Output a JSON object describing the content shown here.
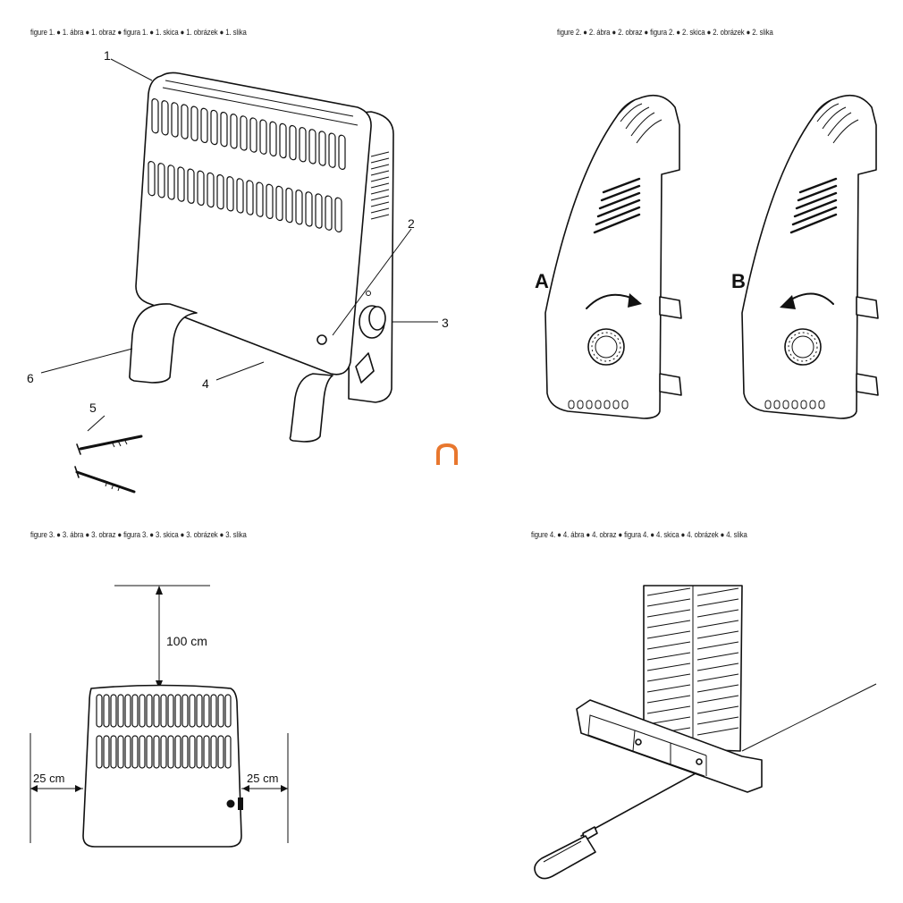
{
  "figures": {
    "fig1": {
      "caption": "figure 1. ● 1. ábra ● 1. obraz ● figura 1. ● 1. skica ● 1. obrázek ● 1. slika",
      "callouts": [
        "1",
        "2",
        "3",
        "4",
        "5",
        "6"
      ]
    },
    "fig2": {
      "caption": "figure 2. ● 2. ábra ● 2. obraz ● figura 2. ● 2. skica ● 2. obrázek ● 2. slika",
      "labels": {
        "a": "A",
        "b": "B"
      }
    },
    "fig3": {
      "caption": "figure 3. ● 3. ábra ● 3. obraz ● figura 3. ● 3. skica ● 3. obrázek ● 3. slika",
      "top_clearance": "100 cm",
      "left_clearance": "25 cm",
      "right_clearance": "25 cm"
    },
    "fig4": {
      "caption": "figure 4. ● 4. ábra ● 4. obraz ● figura 4. ● 4. skica ● 4. obrázek ● 4. slika"
    }
  },
  "brand": {
    "icon": "orange-arch-logo-icon",
    "color": "#e8772e"
  }
}
